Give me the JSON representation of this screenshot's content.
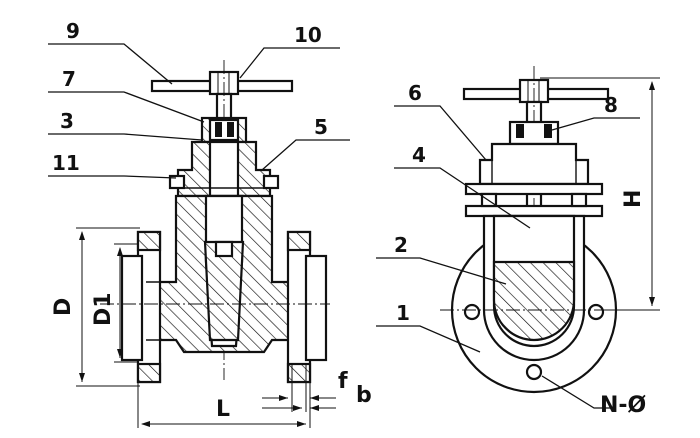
{
  "part_labels": {
    "p9": "9",
    "p10": "10",
    "p7": "7",
    "p3": "3",
    "p5": "5",
    "p11": "11",
    "p6": "6",
    "p8": "8",
    "p4": "4",
    "p2": "2",
    "p1": "1"
  },
  "dimension_labels": {
    "D": "D",
    "D1": "D1",
    "L": "L",
    "f": "f",
    "b": "b",
    "H": "H",
    "N": "N-Ø"
  }
}
